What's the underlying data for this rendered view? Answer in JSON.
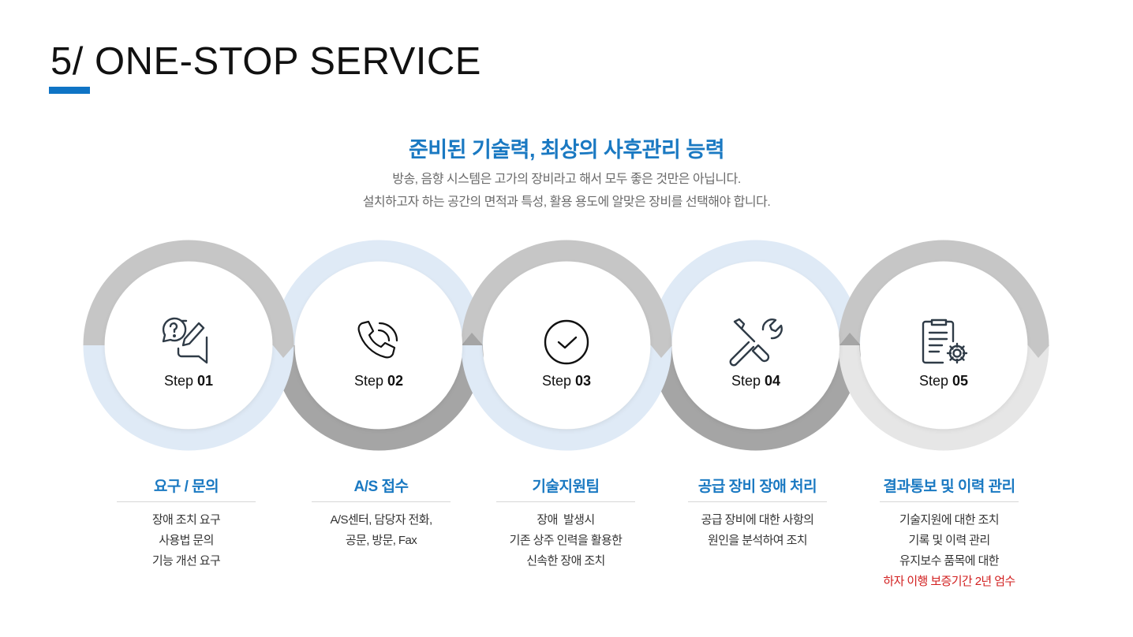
{
  "header": {
    "title": "5/ ONE-STOP SERVICE",
    "accent_color": "#0f74c5"
  },
  "intro": {
    "headline": "준비된 기술력, 최상의 사후관리 능력",
    "lines": [
      "방송, 음향 시스템은 고가의 장비라고 해서 모두 좋은 것만은 아닙니다.",
      "설치하고자 하는 공간의 면적과 특성, 활용 용도에 알맞은 장비를 선택해야 합니다."
    ]
  },
  "colors": {
    "headline_blue": "#1a79c2",
    "ring_gray_light": "#c6c6c6",
    "ring_gray_dark": "#a5a5a5",
    "ring_blue_light": "#dfeaf6",
    "ring_pale": "#e6e6e6",
    "warning_red": "#d21f1f"
  },
  "steps": [
    {
      "prefix": "Step",
      "number": "01",
      "icon": "question-chat-edit-icon",
      "title": "요구 / 문의",
      "lines": [
        "장애 조치 요구",
        "사용법 문의",
        "기능 개선 요구"
      ]
    },
    {
      "prefix": "Step",
      "number": "02",
      "icon": "phone-call-icon",
      "title": "A/S 접수",
      "lines": [
        "A/S센터, 담당자 전화,",
        "공문, 방문, Fax"
      ]
    },
    {
      "prefix": "Step",
      "number": "03",
      "icon": "check-circle-icon",
      "title": "기술지원팀",
      "lines": [
        "장애  발생시",
        "기존 상주 인력을 활용한",
        "신속한 장애 조치"
      ]
    },
    {
      "prefix": "Step",
      "number": "04",
      "icon": "tools-icon",
      "title": "공급 장비 장애 처리",
      "lines": [
        "공급 장비에 대한 사항의",
        "원인을 분석하여 조치"
      ]
    },
    {
      "prefix": "Step",
      "number": "05",
      "icon": "clipboard-gear-icon",
      "title": "결과통보 및 이력 관리",
      "lines": [
        "기술지원에 대한 조치",
        "기록 및 이력 관리",
        "유지보수 품목에 대한"
      ],
      "highlight": "하자 이행 보증기간 2년 엄수"
    }
  ]
}
